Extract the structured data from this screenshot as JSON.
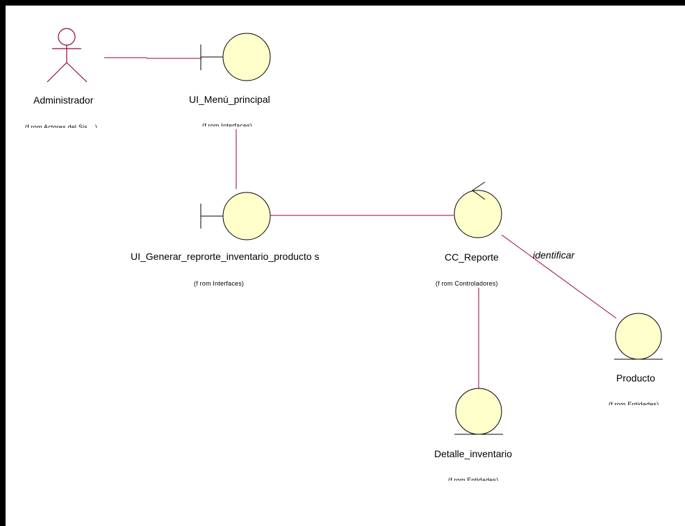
{
  "colors": {
    "object_fill": "#FFFFCC",
    "object_stroke": "#000000",
    "line": "#990033",
    "actor": "#990033"
  },
  "actor": {
    "name": "Administrador",
    "from": "(f rom  Actores  del Sis ...)"
  },
  "boundaries": [
    {
      "id": "ui_menu",
      "name": "UI_Menú_principal",
      "from": "(f rom  Interfaces)"
    },
    {
      "id": "ui_generar",
      "name": "UI_Generar_reprorte_inventario_producto s",
      "from": "(f rom  Interfaces)"
    }
  ],
  "control": {
    "name": "CC_Reporte",
    "from": "(f rom  Controladores)"
  },
  "entities": [
    {
      "id": "producto",
      "name": "Producto",
      "from": "(f rom  Entidades)"
    },
    {
      "id": "detalle",
      "name": "Detalle_inventario",
      "from": "(f rom  Entidades)"
    }
  ],
  "associations": [
    {
      "from": "actor",
      "to": "ui_menu",
      "label": ""
    },
    {
      "from": "ui_menu",
      "to": "ui_generar",
      "label": ""
    },
    {
      "from": "ui_generar",
      "to": "control",
      "label": ""
    },
    {
      "from": "control",
      "to": "producto",
      "label": "identificar"
    },
    {
      "from": "control",
      "to": "detalle",
      "label": ""
    }
  ]
}
